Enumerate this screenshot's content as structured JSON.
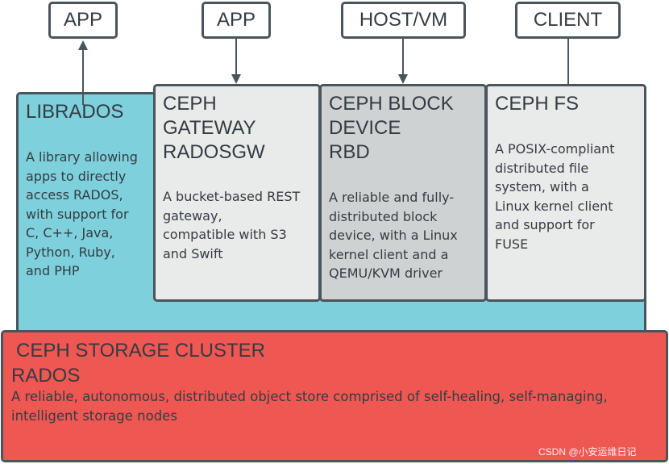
{
  "top_boxes": [
    "APP",
    "APP",
    "HOST/VM",
    "CLIENT"
  ],
  "librados": {
    "title": "LIBRADOS",
    "desc": [
      "A library allowing",
      "apps to directly",
      "access RADOS,",
      "with support for",
      "C, C++, Java,",
      "Python, Ruby,",
      "and PHP"
    ]
  },
  "gateway": {
    "title": [
      "CEPH",
      "GATEWAY",
      "RADOSGW"
    ],
    "desc": [
      "A bucket-based REST",
      "gateway,",
      "compatible with S3",
      "and Swift"
    ]
  },
  "rbd": {
    "title": [
      "CEPH BLOCK",
      "DEVICE",
      "RBD"
    ],
    "desc": [
      "A reliable and fully-",
      "distributed block",
      "device, with a Linux",
      "kernel client and a",
      "QEMU/KVM driver"
    ]
  },
  "cephfs": {
    "title": [
      "CEPH FS"
    ],
    "desc": [
      "A POSIX-compliant",
      "distributed file",
      "system, with a",
      "Linux kernel client",
      "and support for",
      "FUSE"
    ]
  },
  "cluster": {
    "title": [
      "CEPH STORAGE CLUSTER",
      "RADOS"
    ],
    "desc": [
      "A reliable, autonomous, distributed object store comprised of self-healing, self-managing,",
      "intelligent storage nodes"
    ]
  },
  "watermark": "CSDN @小安运维日记",
  "colors": {
    "librados_bg": "#7dd0dc",
    "gateway_bg": "#e9eaea",
    "rbd_bg": "#cfd2d3",
    "cephfs_bg": "#e9eaea",
    "cluster_bg": "#ef5753",
    "border": "#4a545b"
  }
}
